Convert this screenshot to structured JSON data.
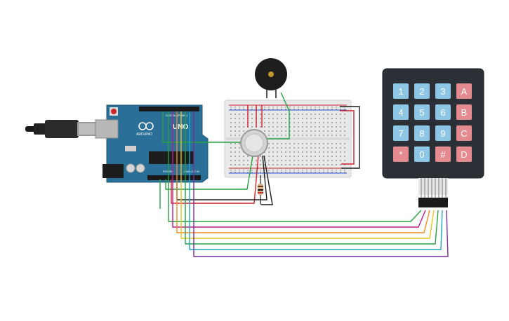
{
  "arduino": {
    "brand": "ARDUINO",
    "model": "UNO",
    "header_power_label": "POWER",
    "header_analog_label": "ANALOG IN",
    "header_digital_label": "DIGITAL (PWM~)"
  },
  "keypad": {
    "rows": [
      [
        "1",
        "2",
        "3",
        "A"
      ],
      [
        "4",
        "5",
        "6",
        "B"
      ],
      [
        "7",
        "8",
        "9",
        "C"
      ],
      [
        "*",
        "0",
        "#",
        "D"
      ]
    ]
  },
  "colors": {
    "canvas": "#ffffff",
    "arduino_board": "#2a6f97",
    "keypad_body": "#2b2f36",
    "key_numeric": "#8ec6e6",
    "key_function": "#e58a8f",
    "breadboard": "#e9e9e9",
    "wire_black": "#1a1a1a",
    "wire_red": "#d3202a",
    "wire_green": "#23a33f",
    "wire_magenta": "#c2188f",
    "wire_orange": "#f08a1e",
    "wire_yellow": "#e7c51a",
    "wire_cyan": "#1fa6c7",
    "wire_purple": "#7b2e9e"
  },
  "icons": [
    "usb-cable-icon",
    "buzzer-icon",
    "gas-sensor-icon",
    "resistor-icon"
  ]
}
